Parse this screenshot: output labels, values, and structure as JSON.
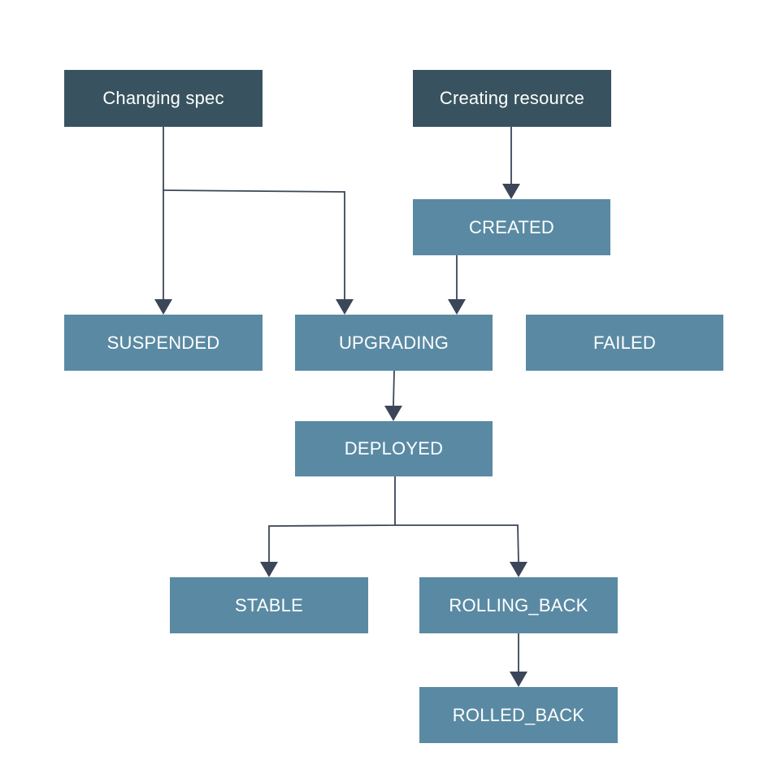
{
  "colors": {
    "event_fill": "#38535f",
    "state_fill": "#5a8aa3",
    "connector": "#3b4659",
    "text": "#ffffff"
  },
  "nodes": {
    "changing_spec": "Changing spec",
    "creating_resource": "Creating resource",
    "created": "CREATED",
    "suspended": "SUSPENDED",
    "upgrading": "UPGRADING",
    "failed": "FAILED",
    "deployed": "DEPLOYED",
    "stable": "STABLE",
    "rolling_back": "ROLLING_BACK",
    "rolled_back": "ROLLED_BACK"
  },
  "edges": [
    {
      "from": "changing_spec",
      "to": "suspended"
    },
    {
      "from": "changing_spec",
      "to": "upgrading"
    },
    {
      "from": "creating_resource",
      "to": "created"
    },
    {
      "from": "created",
      "to": "upgrading"
    },
    {
      "from": "upgrading",
      "to": "deployed"
    },
    {
      "from": "deployed",
      "to": "stable"
    },
    {
      "from": "deployed",
      "to": "rolling_back"
    },
    {
      "from": "rolling_back",
      "to": "rolled_back"
    }
  ]
}
